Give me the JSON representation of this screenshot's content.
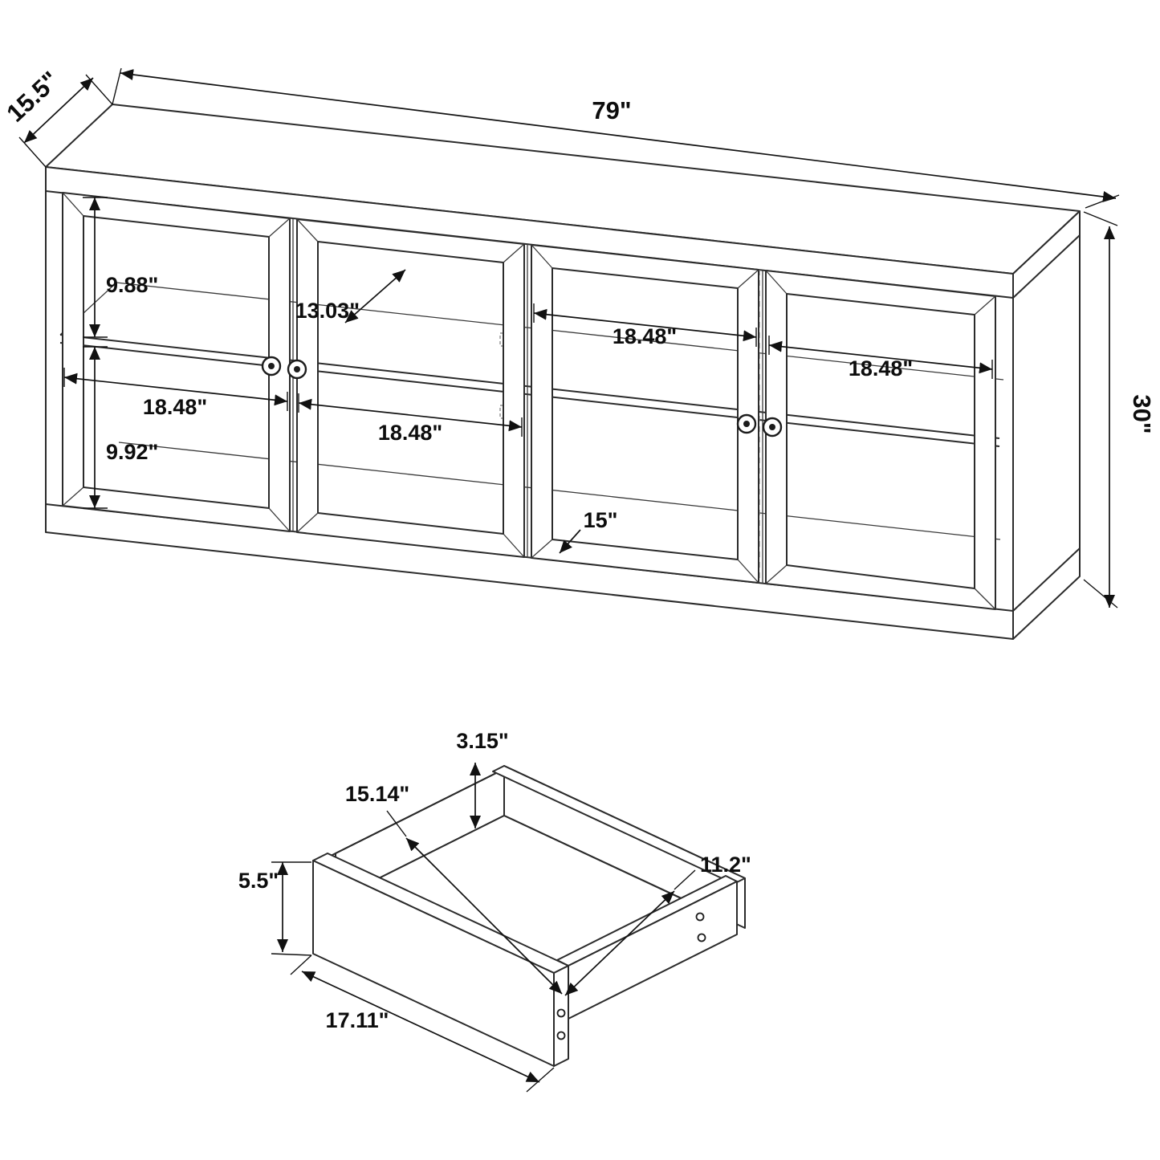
{
  "meta": {
    "background": "#ffffff",
    "line_color": "#2b2b2b",
    "dimension_color": "#111111",
    "hidden_line_color": "#9a9a9a"
  },
  "cabinet": {
    "description": "4-door sideboard dimensional drawing",
    "dims": {
      "depth_top": "15.5\"",
      "width_overall": "79\"",
      "height_overall": "30\"",
      "upper_opening_height": "9.88\"",
      "door_glass_width": "13.03\"",
      "door1_width": "18.48\"",
      "door2_width": "18.48\"",
      "door3_width": "18.48\"",
      "door4_width": "18.48\"",
      "lower_opening_height": "9.92\"",
      "shelf_depth": "15\""
    }
  },
  "drawer": {
    "description": "drawer box dimensional drawing",
    "dims": {
      "back_panel_height": "3.15\"",
      "interior_width": "15.14\"",
      "interior_depth": "11.2\"",
      "front_height": "5.5\"",
      "front_width": "17.11\""
    }
  }
}
